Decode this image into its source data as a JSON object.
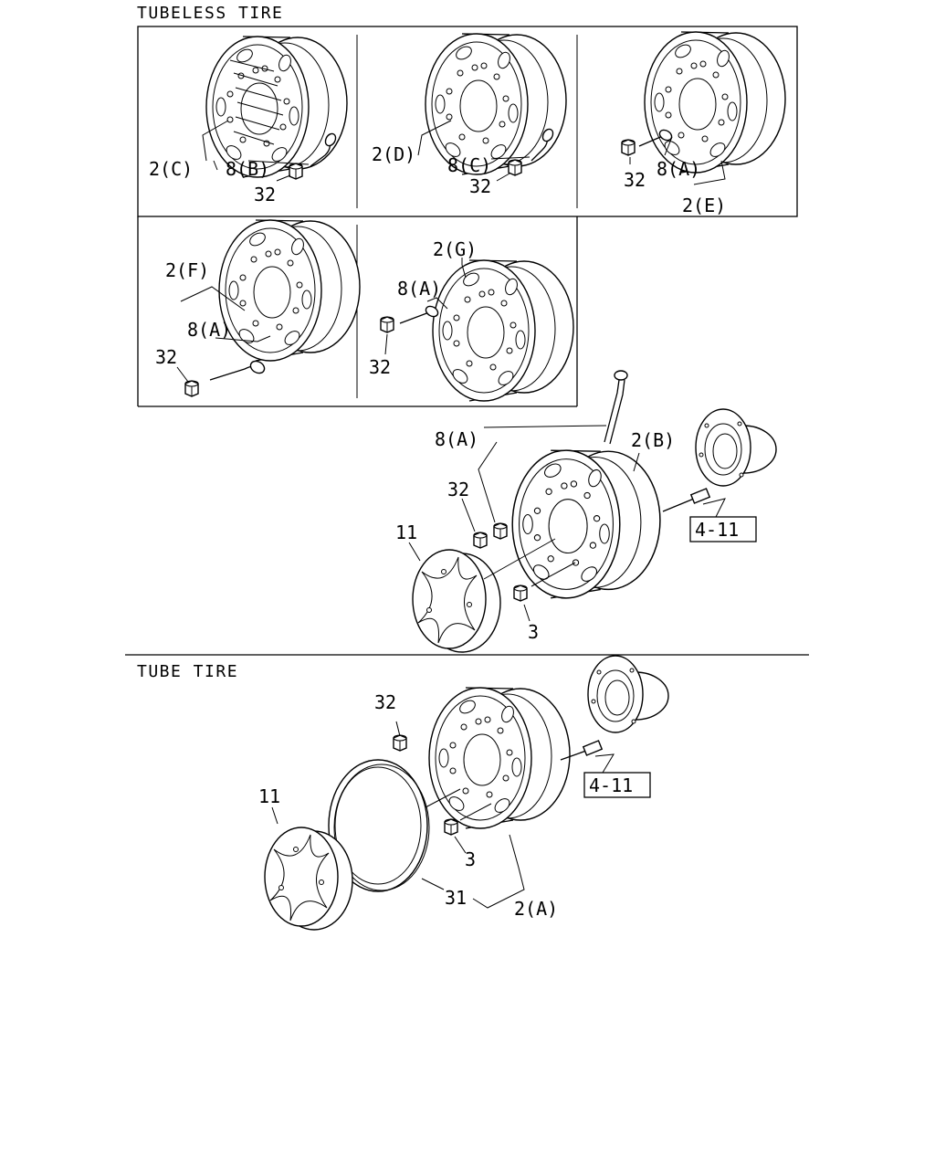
{
  "sections": {
    "tubeless": "TUBELESS TIRE",
    "tube": "TUBE TIRE"
  },
  "labels": {
    "p1_wheel": "2(C)",
    "p1_valve": "8(B)",
    "p1_cap": "32",
    "p2_wheel": "2(D)",
    "p2_valve": "8(C)",
    "p2_cap": "32",
    "p3_cap": "32",
    "p3_valve": "8(A)",
    "p3_wheel": "2(E)",
    "p4_wheel": "2(F)",
    "p4_valve": "8(A)",
    "p4_cap": "32",
    "p5_wheel": "2(G)",
    "p5_valve": "8(A)",
    "p5_cap": "32",
    "main_valve": "8(A)",
    "main_wheel": "2(B)",
    "main_cap": "32",
    "main_cover": "11",
    "main_nut": "3",
    "main_ref": "4-11",
    "tube_cap": "32",
    "tube_cover": "11",
    "tube_nut": "3",
    "tube_flap": "31",
    "tube_wheel": "2(A)",
    "tube_ref": "4-11"
  }
}
